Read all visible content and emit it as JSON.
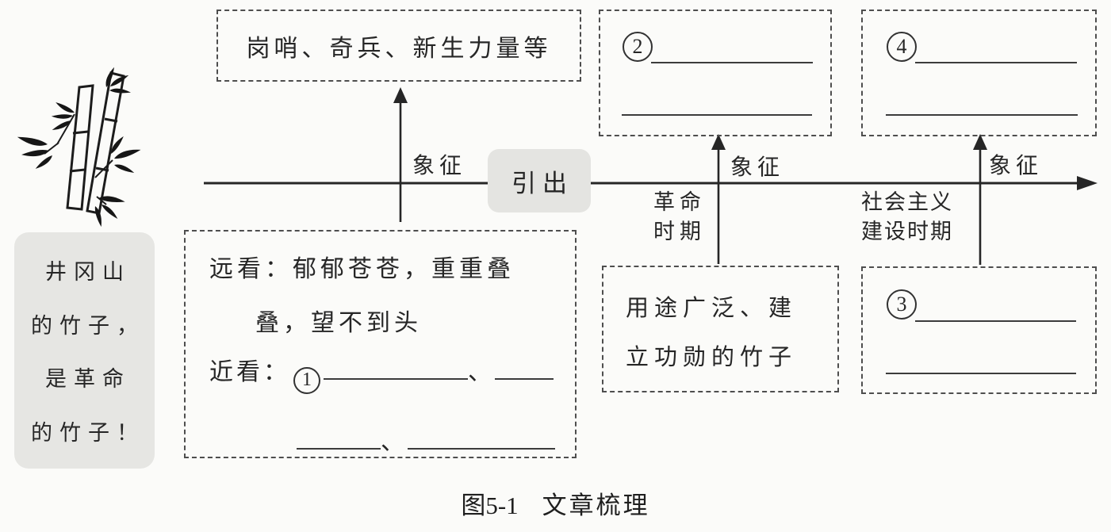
{
  "colors": {
    "paper": "#fbfbf9",
    "panel_gray": "#e6e6e3",
    "ink": "#2b2b2b"
  },
  "intro_box": {
    "lines": [
      "井冈山",
      "的竹子，",
      "是革命",
      "的竹子！"
    ]
  },
  "connector": {
    "label": "引出"
  },
  "labels": {
    "symbolize": "象征",
    "period1_line1": "革命",
    "period1_line2": "时期",
    "period2_line1": "社会主义",
    "period2_line2": "建设时期"
  },
  "boxes": {
    "symbols_literal": {
      "text": "岗哨、奇兵、新生力量等"
    },
    "observation": {
      "far_line1": "远看：郁郁苍苍，重重叠",
      "far_line2": "叠，望不到头",
      "near_prefix": "近看：",
      "circle_number": "1",
      "separator1": "、",
      "separator2": "、"
    },
    "blank2": {
      "circle_number": "2"
    },
    "blank4": {
      "circle_number": "4"
    },
    "usage": {
      "line1": "用途广泛、建",
      "line2": "立功勋的竹子"
    },
    "blank3": {
      "circle_number": "3"
    }
  },
  "caption": {
    "figure_no": "图5-1",
    "title": "文章梳理"
  }
}
